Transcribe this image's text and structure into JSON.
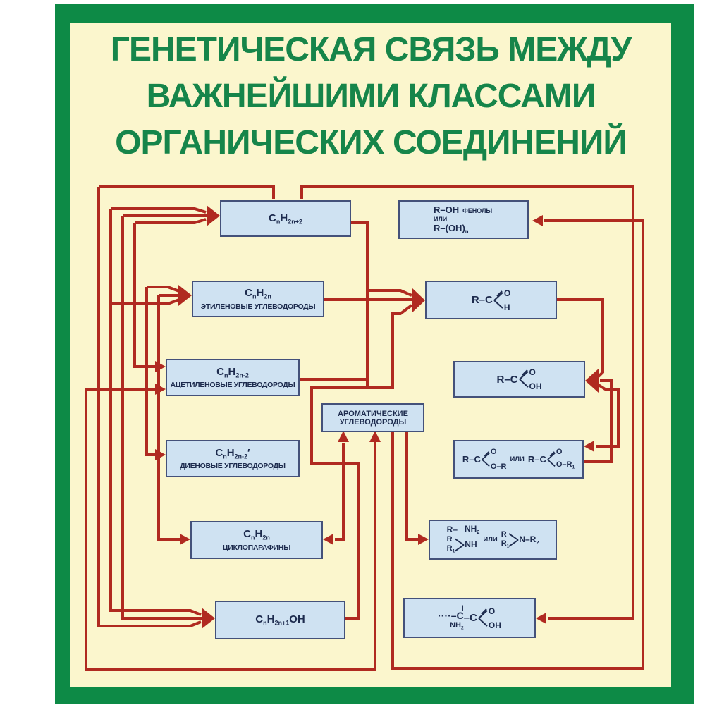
{
  "page": {
    "background": "#ffffff",
    "frame_green": "#0d8a46",
    "paper_yellow": "#fbf6cd",
    "connector_red": "#b02a20",
    "box_fill": "#cfe2f2",
    "box_border": "#44517a",
    "text_navy": "#1d2b4e",
    "title_green": "#16854a"
  },
  "title": {
    "line1": "ГЕНЕТИЧЕСКАЯ СВЯЗЬ МЕЖДУ",
    "line2": "ВАЖНЕЙШИМИ КЛАССАМИ",
    "line3": "ОРГАНИЧЕСКИХ СОЕДИНЕНИЙ"
  },
  "boxes": {
    "alkanes": {
      "formula": "C{n}H{2n+2}"
    },
    "ethylene": {
      "formula": "C{n}H{2n}",
      "label": "ЭТИЛЕНОВЫЕ УГЛЕВОДОРОДЫ"
    },
    "acetylene": {
      "formula": "C{n}H{2n-2}",
      "label": "АЦЕТИЛЕНОВЫЕ УГЛЕВОДОРОДЫ"
    },
    "diene": {
      "formula": "C{n}H{2n-2}′",
      "label": "ДИЕНОВЫЕ УГЛЕВОДОРОДЫ"
    },
    "cycloparaffins": {
      "formula": "C{n}H{2n}",
      "label": "ЦИКЛОПАРАФИНЫ"
    },
    "alcohols": {
      "formula": "C{n}H{2n+1}OH"
    },
    "aromatic": {
      "line1": "АРОМАТИЧЕСКИЕ",
      "line2": "УГЛЕВОДОРОДЫ"
    },
    "phenols": {
      "line1_formula": "R–OH",
      "line1_note": "ФЕНОЛЫ",
      "or": "ИЛИ",
      "line3_formula": "R–(OH){n}"
    },
    "aldehydes": {
      "pre": "R–C",
      "top": "O",
      "bottom": "H"
    },
    "acids": {
      "pre": "R–C",
      "top": "O",
      "bottom": "OH"
    },
    "esters": {
      "pre1": "R–C",
      "top1": "O",
      "bottom1": "O–R",
      "or": "ИЛИ",
      "pre2": "R–C",
      "top2": "O",
      "bottom2": "O–R{1}"
    },
    "amines": {
      "row1_left": "R–",
      "row1_right": "NH{2}",
      "fork1_a": "R",
      "fork1_b": "R{1}",
      "fork1_to": "NH",
      "or": "ИЛИ",
      "fork2_a": "R",
      "fork2_b": "R{1}",
      "fork2_to": "N–R{2}"
    },
    "amino_acids": {
      "tick": "|",
      "chain": "····–C",
      "below": "NH{2}",
      "mid": "–C",
      "top": "O",
      "bottom": "OH"
    }
  }
}
